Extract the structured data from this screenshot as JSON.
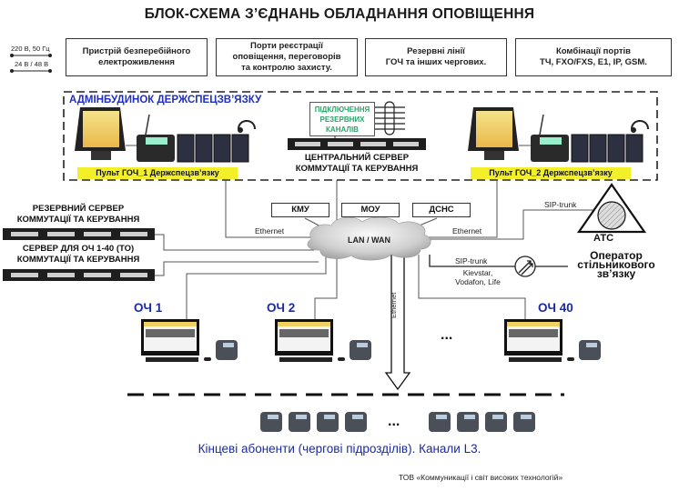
{
  "title": "БЛОК-СХЕМА З’ЄДНАНЬ ОБЛАДНАННЯ ОПОВІЩЕННЯ",
  "power": {
    "ac": "220 В, 50 Гц",
    "dc": "24 В / 48 В"
  },
  "top_boxes": [
    {
      "lines": [
        "Пристрій безперебійного",
        "електроживлення"
      ]
    },
    {
      "lines": [
        "Порти  реєстрації",
        "оповіщення, переговорів",
        "та контролю захисту."
      ]
    },
    {
      "lines": [
        "Резервні лінії",
        "ГОЧ та інших чергових."
      ]
    },
    {
      "lines": [
        "Комбінації портів",
        "ТЧ, FXO/FXS, E1, IP, GSM."
      ]
    }
  ],
  "admin_building": {
    "title": "АДМІНБУДИНОК ДЕРЖСПЕЦЗВ’ЯЗКУ",
    "console_1": "Пульт ГОЧ_1 Держспецзв’язку",
    "console_2": "Пульт ГОЧ_2 Держспецзв’язку",
    "reserve_channels": [
      "ПІДКЛЮЧЕННЯ",
      "РЕЗЕРВНИХ",
      "КАНАЛІВ"
    ],
    "central_server": [
      "ЦЕНТРАЛЬНИЙ СЕРВЕР",
      "КОММУТАЦІЇ ТА КЕРУВАННЯ"
    ]
  },
  "servers": {
    "reserve": [
      "РЕЗЕРВНИЙ СЕРВЕР",
      "КОММУТАЦІЇ ТА КЕРУВАННЯ"
    ],
    "och": [
      "СЕРВЕР ДЛЯ ОЧ 1-40 (ТО)",
      "КОММУТАЦІЇ ТА КЕРУВАННЯ"
    ]
  },
  "organizations": [
    "КМУ",
    "МОУ",
    "ДСНС"
  ],
  "network": {
    "cloud": "LAN / WAN",
    "ethernet_left": "Ethernet",
    "ethernet_right": "Ethernet",
    "ethernet_down": "Ethernet",
    "sip_trunk_atc": "SIP-trunk",
    "sip_trunk_mobile": "SIP-trunk",
    "mobile_carriers": [
      "Kievstar,",
      "Vodafon, Life"
    ]
  },
  "atc": {
    "label": "АТС"
  },
  "mobile_operator": {
    "lines": [
      "Оператор",
      "стільникового",
      "зв’язку"
    ]
  },
  "duty_stations": [
    "ОЧ 1",
    "ОЧ 2",
    "ОЧ 40"
  ],
  "ellipsis": "...",
  "end_subscribers": {
    "caption": "Кінцеві абоненти (чергові підрозділів). Канали L3.",
    "ellipsis": "..."
  },
  "footer": "ТОВ «Коммуникації і світ високих технологій»",
  "colors": {
    "accent_blue": "#1a2aa0",
    "admin_title": "#1f2fbf",
    "console_label": "#f3f02a",
    "reserve_text": "#2da36a"
  }
}
